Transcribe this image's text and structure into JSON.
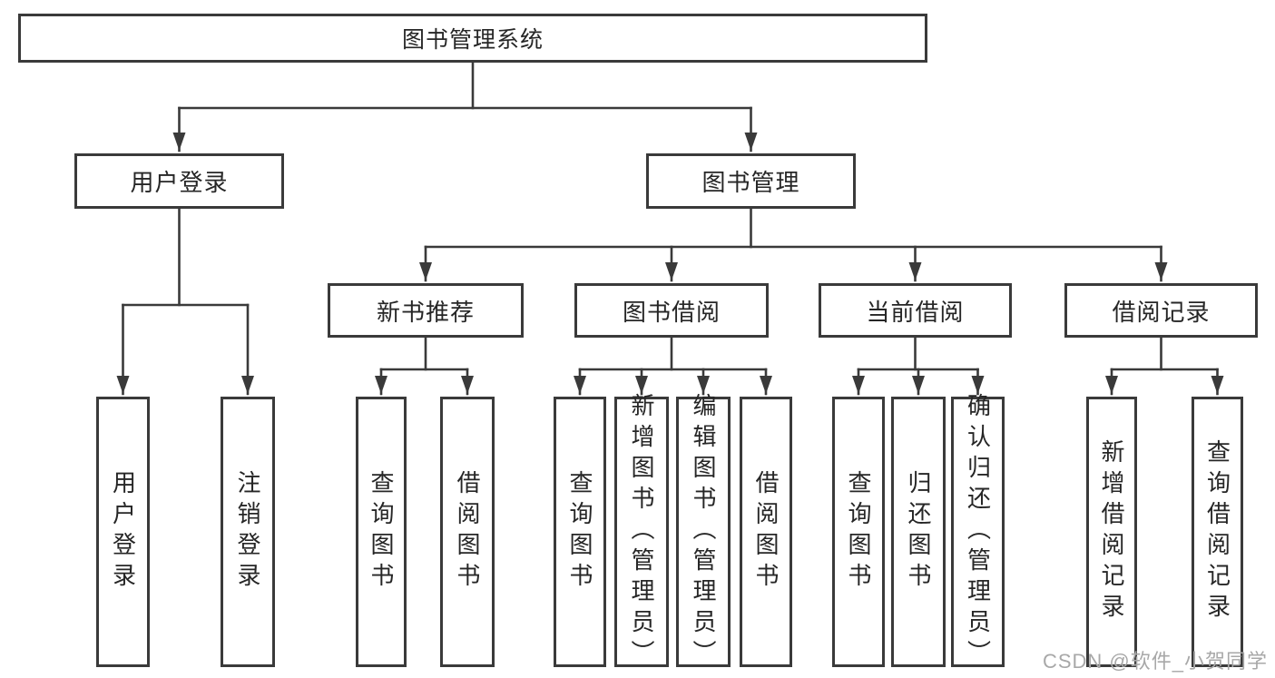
{
  "tree": {
    "root": "图书管理系统",
    "branches": [
      {
        "label": "用户登录",
        "children": [
          "用户登录",
          "注销登录"
        ]
      },
      {
        "label": "图书管理",
        "children": [
          {
            "label": "新书推荐",
            "children": [
              "查询图书",
              "借阅图书"
            ]
          },
          {
            "label": "图书借阅",
            "children": [
              "查询图书",
              "新增图书（管理员）",
              "编辑图书（管理员）",
              "借阅图书"
            ]
          },
          {
            "label": "当前借阅",
            "children": [
              "查询图书",
              "归还图书",
              "确认归还（管理员）"
            ]
          },
          {
            "label": "借阅记录",
            "children": [
              "新增借阅记录",
              "查询借阅记录"
            ]
          }
        ]
      }
    ]
  },
  "watermark": "CSDN @软件_小贺同学",
  "colors": {
    "line": "#3a3a3a",
    "text": "#262626",
    "watermark": "#a8a8a8"
  }
}
